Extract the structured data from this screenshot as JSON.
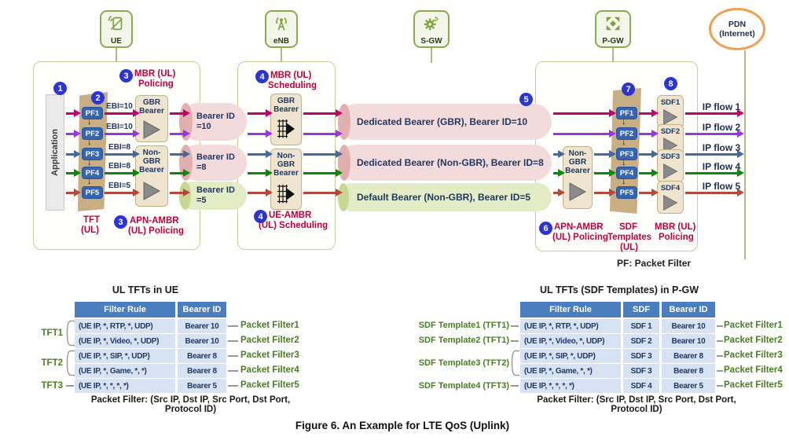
{
  "colors": {
    "flow_colors": [
      "#C2006E",
      "#9A35E0",
      "#43699F",
      "#0B870B",
      "#B4483E"
    ],
    "accent_red": "#C0003C",
    "navy": "#1F3864",
    "green_label": "#4A7E22",
    "badge_blue": "#2B35D6",
    "olive_icon": "#7FA33B"
  },
  "devices": [
    {
      "label": "UE"
    },
    {
      "label": "eNB"
    },
    {
      "label": "S-GW"
    },
    {
      "label": "P-GW"
    }
  ],
  "pdn": {
    "line1": "PDN",
    "line2": "(Internet)"
  },
  "badges": [
    "1",
    "2",
    "3",
    "3",
    "4",
    "4",
    "5",
    "6",
    "7",
    "8"
  ],
  "ue_section": {
    "application": "Application",
    "pf_labels": [
      "PF1",
      "PF2",
      "PF3",
      "PF4",
      "PF5"
    ],
    "ebi_labels": [
      "EBI=10",
      "EBI=10",
      "EBI=8",
      "EBI=8",
      "EBI=5"
    ],
    "gbr_box": [
      "GBR",
      "Bearer"
    ],
    "non_gbr_box": [
      "Non-",
      "GBR",
      "Bearer"
    ],
    "mbr_heading": [
      "MBR (UL)",
      "Policing"
    ],
    "tft_heading": [
      "TFT",
      "(UL)"
    ],
    "apn_heading": [
      "APN-AMBR",
      "(UL) Policing"
    ]
  },
  "enb_section": {
    "gbr_box": [
      "GBR",
      "Bearer"
    ],
    "non_gbr_box": [
      "Non-",
      "GBR",
      "Bearer"
    ],
    "mbr_heading": [
      "MBR (UL)",
      "Scheduling"
    ],
    "ue_ambr_heading": [
      "UE-AMBR",
      "(UL) Scheduling"
    ]
  },
  "tubes": [
    {
      "line1": "Bearer ID",
      "line2": "=10"
    },
    {
      "line1": "Bearer ID",
      "line2": "=8"
    },
    {
      "line1": "Bearer ID",
      "line2": "=5"
    }
  ],
  "long_bearers": [
    {
      "label": "Dedicated Bearer (GBR), Bearer ID=10"
    },
    {
      "label": "Dedicated Bearer (Non-GBR), Bearer ID=8"
    },
    {
      "label": "Default Bearer (Non-GBR), Bearer ID=5"
    }
  ],
  "pgw_section": {
    "non_gbr_box": [
      "Non-",
      "GBR",
      "Bearer"
    ],
    "pf_labels": [
      "PF1",
      "PF2",
      "PF3",
      "PF4",
      "PF5"
    ],
    "sdf_boxes": [
      "SDF1",
      "SDF2",
      "SDF3",
      "SDF4"
    ],
    "apn_heading": [
      "APN-AMBR",
      "(UL) Policing"
    ],
    "sdf_heading": [
      "SDF",
      "Templates",
      "(UL)"
    ],
    "mbr_heading": [
      "MBR (UL)",
      "Policing"
    ]
  },
  "ip_flows": [
    "IP flow 1",
    "IP flow 2",
    "IP flow 3",
    "IP flow 4",
    "IP flow 5"
  ],
  "pf_note": "PF: Packet Filter",
  "tables": {
    "left": {
      "title": "UL TFTs in UE",
      "headers": [
        "Filter Rule",
        "Bearer ID"
      ],
      "rows": [
        {
          "filter": "(UE IP, *, RTP, *, UDP)",
          "bearer": "Bearer 10"
        },
        {
          "filter": "(UE IP, *, Video, *, UDP)",
          "bearer": "Bearer 10"
        },
        {
          "filter": "(UE IP, *, SIP, *, UDP)",
          "bearer": "Bearer 8"
        },
        {
          "filter": "(UE IP, *, Game, *, *)",
          "bearer": "Bearer 8"
        },
        {
          "filter": "(UE IP, *, *, *, *)",
          "bearer": "Bearer 5"
        }
      ],
      "group_labels": [
        "TFT1",
        "TFT2",
        "TFT3"
      ],
      "right_labels": [
        "Packet Filter1",
        "Packet Filter2",
        "Packet Filter3",
        "Packet Filter4",
        "Packet Filter5"
      ],
      "note": "Packet Filter: (Src IP, Dst IP, Src Port, Dst Port, Protocol ID)"
    },
    "right": {
      "title": "UL TFTs (SDF Templates) in P-GW",
      "headers": [
        "Filter Rule",
        "SDF",
        "Bearer ID"
      ],
      "rows": [
        {
          "filter": "(UE IP, *, RTP, *, UDP)",
          "sdf": "SDF 1",
          "bearer": "Bearer 10"
        },
        {
          "filter": "(UE IP, *, Video, *, UDP)",
          "sdf": "SDF 2",
          "bearer": "Bearer 10"
        },
        {
          "filter": "(UE IP, *, SIP, *, UDP)",
          "sdf": "SDF 3",
          "bearer": "Bearer 8"
        },
        {
          "filter": "(UE IP, *, Game, *, *)",
          "sdf": "SDF 3",
          "bearer": "Bearer 8"
        },
        {
          "filter": "(UE IP, *, *, *, *)",
          "sdf": "SDF 4",
          "bearer": "Bearer 5"
        }
      ],
      "group_labels": [
        "SDF Template1 (TFT1)",
        "SDF Template2 (TFT1)",
        "SDF Template3 (TFT2)",
        "SDF Template4 (TFT3)"
      ],
      "right_labels": [
        "Packet Filter1",
        "Packet Filter2",
        "Packet Filter3",
        "Packet Filter4",
        "Packet Filter5"
      ],
      "note": "Packet Filter: (Src IP, Dst IP, Src Port, Dst Port, Protocol ID)"
    }
  },
  "caption": "Figure 6. An Example for LTE QoS (Uplink)"
}
